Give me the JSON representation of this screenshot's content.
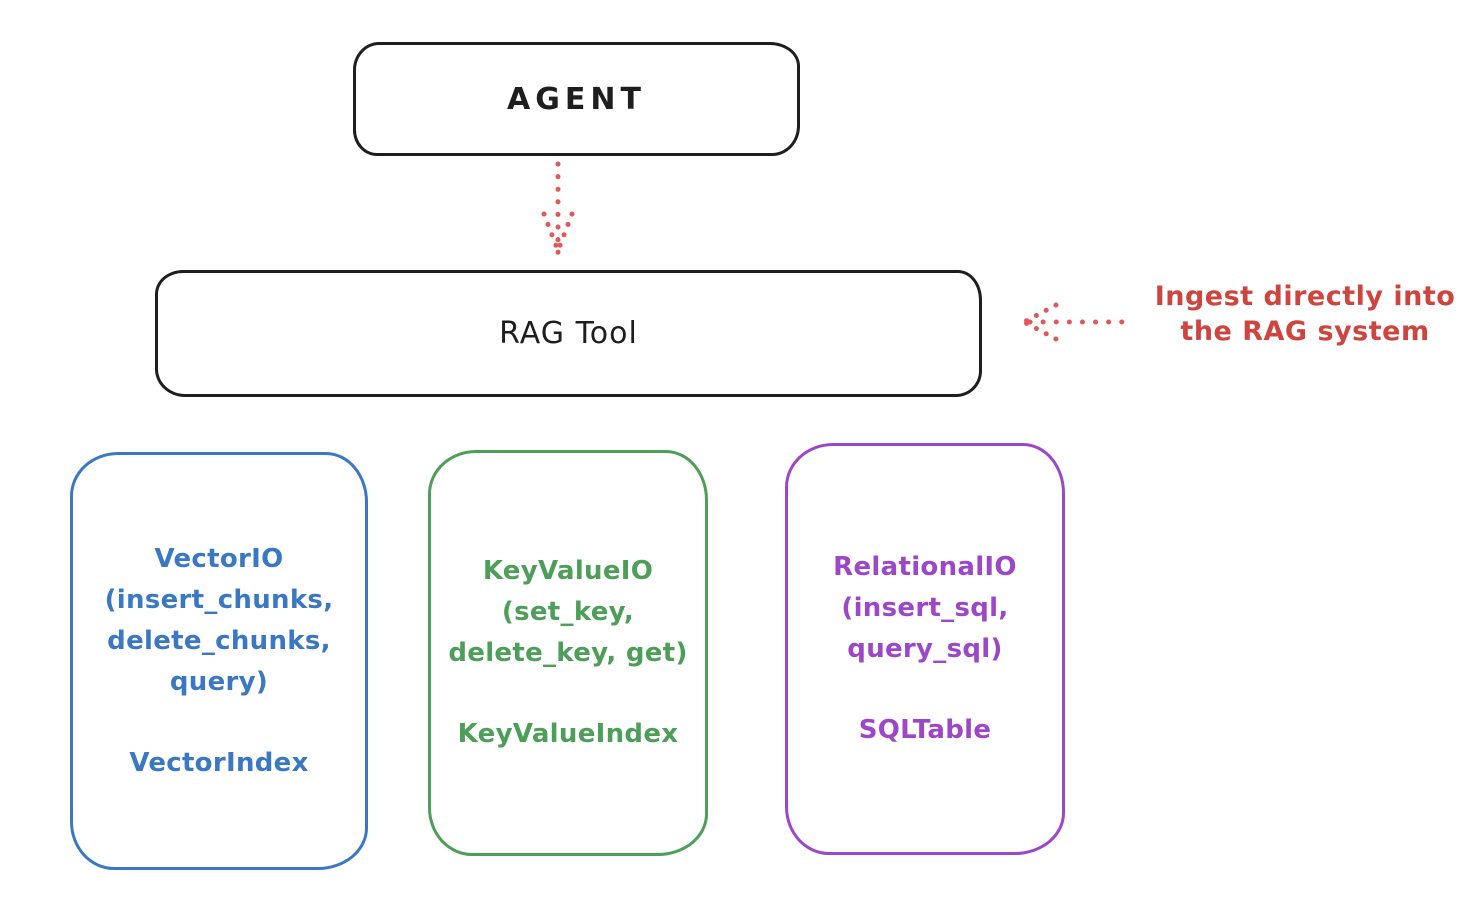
{
  "nodes": {
    "agent": {
      "label": "AGENT"
    },
    "rag_tool": {
      "label": "RAG Tool"
    }
  },
  "annotation": {
    "text": "Ingest directly into\nthe RAG system"
  },
  "cards": [
    {
      "id": "vector-io",
      "title": "VectorIO\n(insert_chunks,\ndelete_chunks,\nquery)",
      "index": "VectorIndex"
    },
    {
      "id": "keyvalue-io",
      "title": "KeyValueIO\n(set_key,\ndelete_key, get)",
      "index": "KeyValueIndex"
    },
    {
      "id": "relational-io",
      "title": "RelationalIO\n(insert_sql,\nquery_sql)",
      "index": "SQLTable"
    }
  ],
  "arrows": [
    {
      "name": "agent-to-rag-tool",
      "style": "dotted",
      "direction": "down"
    },
    {
      "name": "annotation-to-rag-tool",
      "style": "dotted",
      "direction": "left"
    }
  ],
  "colors": {
    "ink": "#1e1e1e",
    "red": "#ce443f",
    "red_arrow": "#e05858",
    "blue": "#3b78c4",
    "green": "#4d9e58",
    "purple": "#9c46c8",
    "background": "#ffffff"
  }
}
